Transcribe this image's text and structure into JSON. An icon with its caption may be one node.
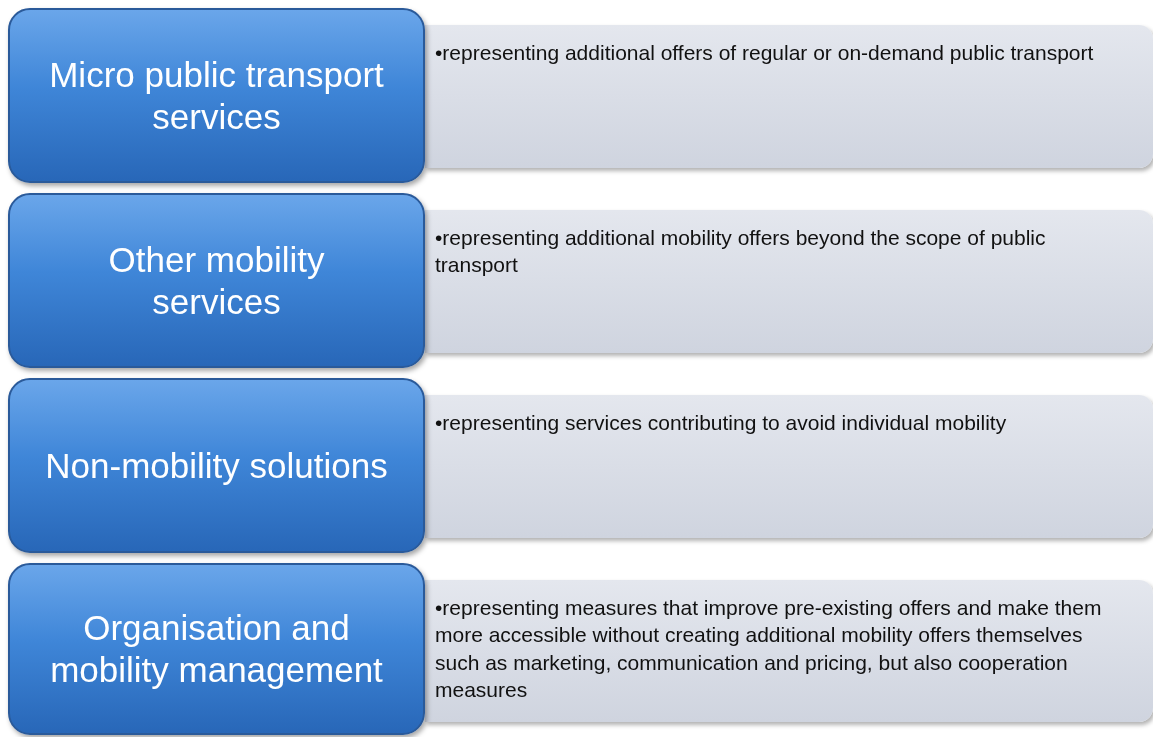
{
  "diagram": {
    "nodes": [
      {
        "text": [
          "Micro public transport services"
        ]
      },
      {
        "text": [
          "•representing additional offers of regular or on-demand public transport"
        ]
      },
      {
        "text": [
          "Other mobility services"
        ]
      },
      {
        "text": [
          "•representing additional mobility offers beyond the scope of public transport"
        ]
      },
      {
        "text": [
          "Non-mobility solutions"
        ]
      },
      {
        "text": [
          "•representing services contributing to avoid individual mobility"
        ]
      },
      {
        "text": [
          "Organisation and mobility management"
        ]
      },
      {
        "text": [
          "•representing measures that improve pre-existing offers and make them more accessible without creating additional mobility offers themselves such as marketing, communication and pricing, but also cooperation measures"
        ]
      }
    ],
    "edges": []
  }
}
